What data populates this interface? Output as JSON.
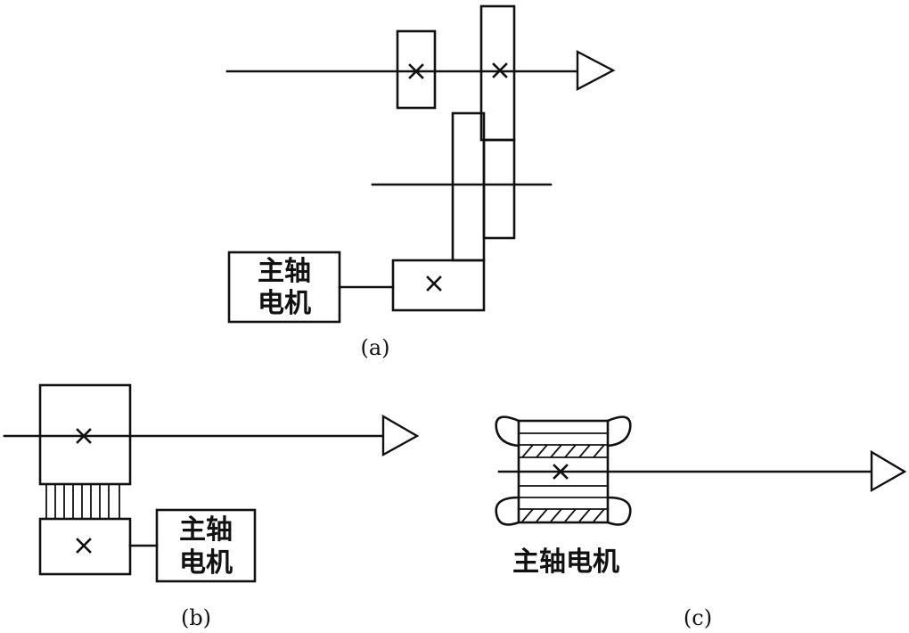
{
  "diagram_a": {
    "label": "(a)",
    "motor": {
      "line1": "主轴",
      "line2": "电机"
    }
  },
  "diagram_b": {
    "label": "(b)",
    "motor": {
      "line1": "主轴",
      "line2": "电机"
    }
  },
  "diagram_c": {
    "label": "(c)",
    "motor_label": "主轴电机"
  }
}
